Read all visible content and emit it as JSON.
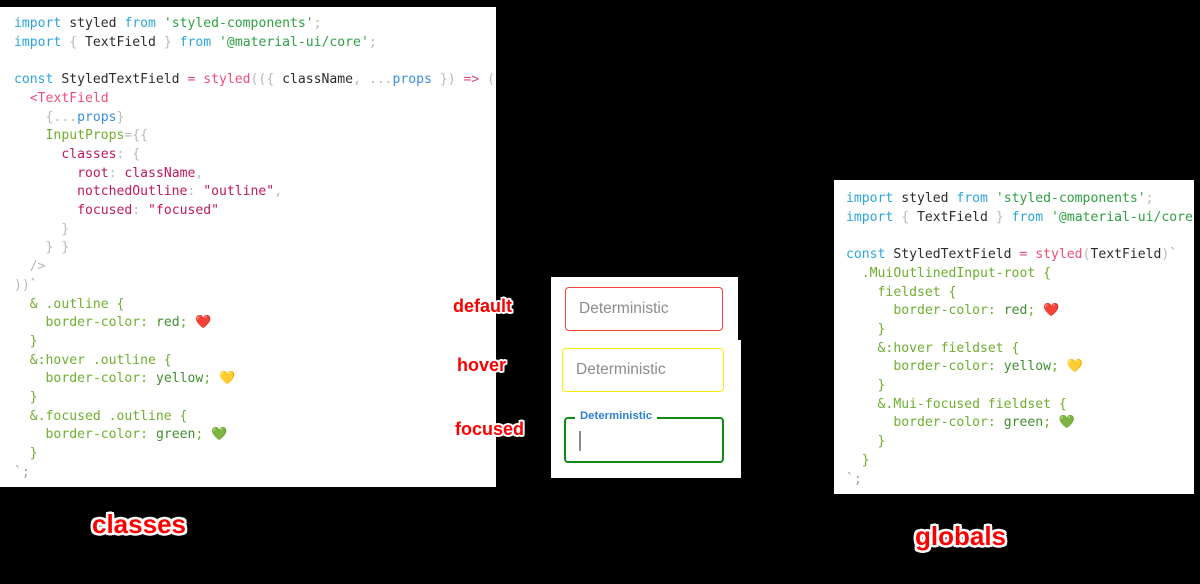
{
  "page": {
    "background_color": "#000000",
    "accent_color": "#fb0000"
  },
  "left_panel": {
    "name": "classes-approach-code",
    "caption": "classes",
    "background_color": "#ffffff",
    "code_lines": [
      [
        {
          "t": "import",
          "c": "kw"
        },
        {
          "t": " ",
          "c": "plain"
        },
        {
          "t": "styled",
          "c": "plain"
        },
        {
          "t": " ",
          "c": "plain"
        },
        {
          "t": "from",
          "c": "kw"
        },
        {
          "t": " ",
          "c": "plain"
        },
        {
          "t": "'styled-components'",
          "c": "str"
        },
        {
          "t": ";",
          "c": "punct"
        }
      ],
      [
        {
          "t": "import",
          "c": "kw"
        },
        {
          "t": " ",
          "c": "plain"
        },
        {
          "t": "{",
          "c": "punct"
        },
        {
          "t": " ",
          "c": "plain"
        },
        {
          "t": "TextField",
          "c": "plain"
        },
        {
          "t": " ",
          "c": "plain"
        },
        {
          "t": "}",
          "c": "punct"
        },
        {
          "t": " ",
          "c": "plain"
        },
        {
          "t": "from",
          "c": "kw"
        },
        {
          "t": " ",
          "c": "plain"
        },
        {
          "t": "'@material-ui/core'",
          "c": "str"
        },
        {
          "t": ";",
          "c": "punct"
        }
      ],
      [],
      [
        {
          "t": "const",
          "c": "kw"
        },
        {
          "t": " ",
          "c": "plain"
        },
        {
          "t": "StyledTextField",
          "c": "plain"
        },
        {
          "t": " ",
          "c": "plain"
        },
        {
          "t": "=",
          "c": "op"
        },
        {
          "t": " ",
          "c": "plain"
        },
        {
          "t": "styled",
          "c": "fn"
        },
        {
          "t": "((",
          "c": "punct"
        },
        {
          "t": "{",
          "c": "punct"
        },
        {
          "t": " ",
          "c": "plain"
        },
        {
          "t": "className",
          "c": "plain"
        },
        {
          "t": ", ",
          "c": "punct"
        },
        {
          "t": "...",
          "c": "punct"
        },
        {
          "t": "props",
          "c": "prop"
        },
        {
          "t": " ",
          "c": "plain"
        },
        {
          "t": "}",
          "c": "punct"
        },
        {
          "t": ") ",
          "c": "punct"
        },
        {
          "t": "=>",
          "c": "op"
        },
        {
          "t": " ",
          "c": "plain"
        },
        {
          "t": "(",
          "c": "punct"
        }
      ],
      [
        {
          "t": "  ",
          "c": "plain"
        },
        {
          "t": "<",
          "c": "tag"
        },
        {
          "t": "TextField",
          "c": "tag"
        }
      ],
      [
        {
          "t": "    ",
          "c": "plain"
        },
        {
          "t": "{",
          "c": "punct"
        },
        {
          "t": "...",
          "c": "punct"
        },
        {
          "t": "props",
          "c": "prop"
        },
        {
          "t": "}",
          "c": "punct"
        }
      ],
      [
        {
          "t": "    ",
          "c": "plain"
        },
        {
          "t": "InputProps",
          "c": "attr"
        },
        {
          "t": "=",
          "c": "punct"
        },
        {
          "t": "{{",
          "c": "punct"
        }
      ],
      [
        {
          "t": "      ",
          "c": "plain"
        },
        {
          "t": "classes",
          "c": "key"
        },
        {
          "t": ": ",
          "c": "punct"
        },
        {
          "t": "{",
          "c": "punct"
        }
      ],
      [
        {
          "t": "        ",
          "c": "plain"
        },
        {
          "t": "root",
          "c": "key"
        },
        {
          "t": ": ",
          "c": "punct"
        },
        {
          "t": "className",
          "c": "key"
        },
        {
          "t": ",",
          "c": "punct"
        }
      ],
      [
        {
          "t": "        ",
          "c": "plain"
        },
        {
          "t": "notchedOutline",
          "c": "key"
        },
        {
          "t": ": ",
          "c": "punct"
        },
        {
          "t": "\"outline\"",
          "c": "key"
        },
        {
          "t": ",",
          "c": "punct"
        }
      ],
      [
        {
          "t": "        ",
          "c": "plain"
        },
        {
          "t": "focused",
          "c": "key"
        },
        {
          "t": ": ",
          "c": "punct"
        },
        {
          "t": "\"focused\"",
          "c": "key"
        }
      ],
      [
        {
          "t": "      ",
          "c": "plain"
        },
        {
          "t": "}",
          "c": "punct"
        }
      ],
      [
        {
          "t": "    ",
          "c": "plain"
        },
        {
          "t": "} }",
          "c": "punct"
        }
      ],
      [
        {
          "t": "  ",
          "c": "plain"
        },
        {
          "t": "/>",
          "c": "punct"
        }
      ],
      [
        {
          "t": "))",
          "c": "punct"
        },
        {
          "t": "`",
          "c": "tick"
        }
      ],
      [
        {
          "t": "  ",
          "c": "plain"
        },
        {
          "t": "& .outline {",
          "c": "css"
        }
      ],
      [
        {
          "t": "    ",
          "c": "plain"
        },
        {
          "t": "border-color",
          "c": "css"
        },
        {
          "t": ": ",
          "c": "css"
        },
        {
          "t": "red",
          "c": "cssval"
        },
        {
          "t": "; ",
          "c": "css"
        },
        {
          "t": "❤️",
          "c": "emoji"
        }
      ],
      [
        {
          "t": "  ",
          "c": "plain"
        },
        {
          "t": "}",
          "c": "css"
        }
      ],
      [
        {
          "t": "  ",
          "c": "plain"
        },
        {
          "t": "&:hover .outline {",
          "c": "css"
        }
      ],
      [
        {
          "t": "    ",
          "c": "plain"
        },
        {
          "t": "border-color",
          "c": "css"
        },
        {
          "t": ": ",
          "c": "css"
        },
        {
          "t": "yellow",
          "c": "cssval"
        },
        {
          "t": "; ",
          "c": "css"
        },
        {
          "t": "💛",
          "c": "emoji"
        }
      ],
      [
        {
          "t": "  ",
          "c": "plain"
        },
        {
          "t": "}",
          "c": "css"
        }
      ],
      [
        {
          "t": "  ",
          "c": "plain"
        },
        {
          "t": "&.focused .outline {",
          "c": "css"
        }
      ],
      [
        {
          "t": "    ",
          "c": "plain"
        },
        {
          "t": "border-color",
          "c": "css"
        },
        {
          "t": ": ",
          "c": "css"
        },
        {
          "t": "green",
          "c": "cssval"
        },
        {
          "t": "; ",
          "c": "css"
        },
        {
          "t": "💚",
          "c": "emoji"
        }
      ],
      [
        {
          "t": "  ",
          "c": "plain"
        },
        {
          "t": "}",
          "c": "css"
        }
      ],
      [
        {
          "t": "`",
          "c": "tick"
        },
        {
          "t": ";",
          "c": "tick"
        }
      ]
    ]
  },
  "right_panel": {
    "name": "globals-approach-code",
    "caption": "globals",
    "background_color": "#ffffff",
    "code_lines": [
      [
        {
          "t": "import",
          "c": "kw"
        },
        {
          "t": " ",
          "c": "plain"
        },
        {
          "t": "styled",
          "c": "plain"
        },
        {
          "t": " ",
          "c": "plain"
        },
        {
          "t": "from",
          "c": "kw"
        },
        {
          "t": " ",
          "c": "plain"
        },
        {
          "t": "'styled-components'",
          "c": "str"
        },
        {
          "t": ";",
          "c": "punct"
        }
      ],
      [
        {
          "t": "import",
          "c": "kw"
        },
        {
          "t": " ",
          "c": "plain"
        },
        {
          "t": "{",
          "c": "punct"
        },
        {
          "t": " ",
          "c": "plain"
        },
        {
          "t": "TextField",
          "c": "plain"
        },
        {
          "t": " ",
          "c": "plain"
        },
        {
          "t": "}",
          "c": "punct"
        },
        {
          "t": " ",
          "c": "plain"
        },
        {
          "t": "from",
          "c": "kw"
        },
        {
          "t": " ",
          "c": "plain"
        },
        {
          "t": "'@material-ui/core'",
          "c": "str"
        },
        {
          "t": ";",
          "c": "punct"
        }
      ],
      [],
      [
        {
          "t": "const",
          "c": "kw"
        },
        {
          "t": " ",
          "c": "plain"
        },
        {
          "t": "StyledTextField",
          "c": "plain"
        },
        {
          "t": " ",
          "c": "plain"
        },
        {
          "t": "=",
          "c": "op"
        },
        {
          "t": " ",
          "c": "plain"
        },
        {
          "t": "styled",
          "c": "fn"
        },
        {
          "t": "(",
          "c": "punct"
        },
        {
          "t": "TextField",
          "c": "plain"
        },
        {
          "t": ")",
          "c": "punct"
        },
        {
          "t": "`",
          "c": "tick"
        }
      ],
      [
        {
          "t": "  ",
          "c": "plain"
        },
        {
          "t": ".MuiOutlinedInput-root {",
          "c": "css"
        }
      ],
      [
        {
          "t": "    ",
          "c": "plain"
        },
        {
          "t": "fieldset {",
          "c": "css"
        }
      ],
      [
        {
          "t": "      ",
          "c": "plain"
        },
        {
          "t": "border-color",
          "c": "css"
        },
        {
          "t": ": ",
          "c": "css"
        },
        {
          "t": "red",
          "c": "cssval"
        },
        {
          "t": "; ",
          "c": "css"
        },
        {
          "t": "❤️",
          "c": "emoji"
        }
      ],
      [
        {
          "t": "    ",
          "c": "plain"
        },
        {
          "t": "}",
          "c": "css"
        }
      ],
      [
        {
          "t": "    ",
          "c": "plain"
        },
        {
          "t": "&:hover fieldset {",
          "c": "css"
        }
      ],
      [
        {
          "t": "      ",
          "c": "plain"
        },
        {
          "t": "border-color",
          "c": "css"
        },
        {
          "t": ": ",
          "c": "css"
        },
        {
          "t": "yellow",
          "c": "cssval"
        },
        {
          "t": "; ",
          "c": "css"
        },
        {
          "t": "💛",
          "c": "emoji"
        }
      ],
      [
        {
          "t": "    ",
          "c": "plain"
        },
        {
          "t": "}",
          "c": "css"
        }
      ],
      [
        {
          "t": "    ",
          "c": "plain"
        },
        {
          "t": "&.Mui-focused fieldset {",
          "c": "css"
        }
      ],
      [
        {
          "t": "      ",
          "c": "plain"
        },
        {
          "t": "border-color",
          "c": "css"
        },
        {
          "t": ": ",
          "c": "css"
        },
        {
          "t": "green",
          "c": "cssval"
        },
        {
          "t": "; ",
          "c": "css"
        },
        {
          "t": "💚",
          "c": "emoji"
        }
      ],
      [
        {
          "t": "    ",
          "c": "plain"
        },
        {
          "t": "}",
          "c": "css"
        }
      ],
      [
        {
          "t": "  ",
          "c": "plain"
        },
        {
          "t": "}",
          "c": "css"
        }
      ],
      [
        {
          "t": "`",
          "c": "tick"
        },
        {
          "t": ";",
          "c": "tick"
        }
      ]
    ]
  },
  "demos": {
    "default": {
      "annotation": "default",
      "field_value": "Deterministic",
      "border_color": "#f44336",
      "state": "default"
    },
    "hover": {
      "annotation": "hover",
      "field_value": "Deterministic",
      "border_color": "#ffeb0a",
      "state": "hover"
    },
    "focused": {
      "annotation": "focused",
      "legend_label": "Deterministic",
      "field_value": "",
      "border_color": "#0f8a14",
      "legend_color": "#2b7fd4",
      "state": "focused"
    }
  }
}
